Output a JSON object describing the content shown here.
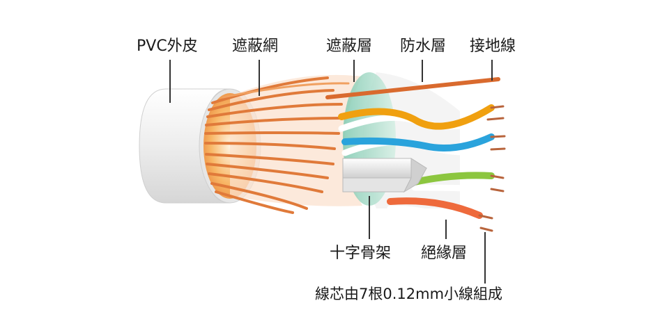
{
  "labels": {
    "pvc_jacket": "PVC外皮",
    "shield_braid": "遮蔽網",
    "shield_layer": "遮蔽層",
    "waterproof_layer": "防水層",
    "ground_wire": "接地線",
    "cross_separator": "十字骨架",
    "insulation_layer": "絕緣層",
    "conductor_note": "線芯由7根0.12mm小線組成"
  },
  "colors": {
    "jacket": "#f2f2f2",
    "braid": "#e07a3a",
    "braid_core": "#f7a64a",
    "shield_film": "#f6c9a8",
    "water_film": "#a9dcc7",
    "wire_orange": "#f0a010",
    "wire_blue": "#2aa3dc",
    "wire_green": "#8cc63f",
    "wire_red": "#ee6a3c",
    "ground": "#d96a2e",
    "copper": "#b8643c"
  }
}
